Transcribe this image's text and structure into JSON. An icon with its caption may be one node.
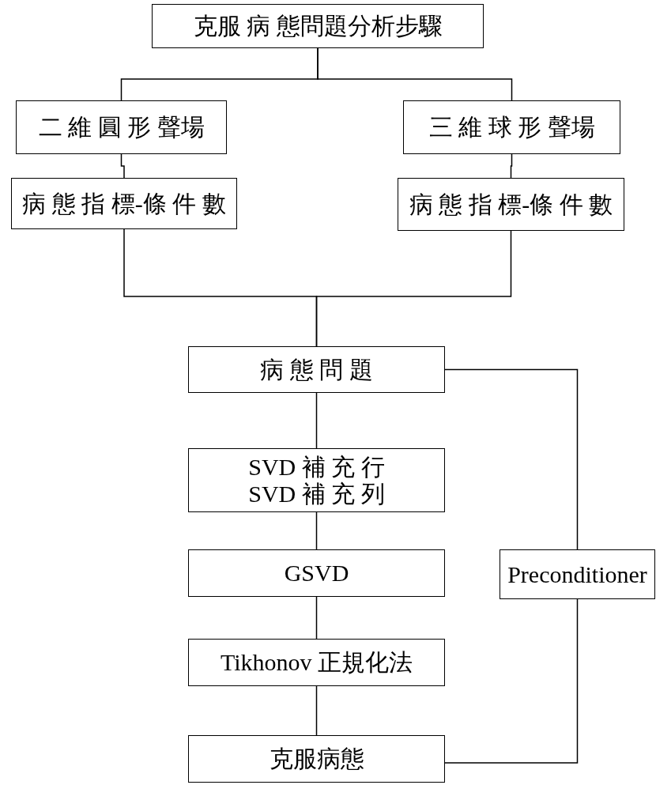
{
  "diagram": {
    "nodes": [
      {
        "text": [
          "克服 病 態問題分析步驟"
        ]
      },
      {
        "text": [
          "二 維 圓 形 聲場"
        ]
      },
      {
        "text": [
          "三 維 球 形 聲場"
        ]
      },
      {
        "text": [
          "病 態 指 標-條 件 數"
        ]
      },
      {
        "text": [
          "病 態 指 標-條 件 數"
        ]
      },
      {
        "text": [
          "病 態 問 題"
        ]
      },
      {
        "text": [
          "SVD 補 充 行",
          "SVD 補 充 列"
        ]
      },
      {
        "text": [
          "GSVD"
        ]
      },
      {
        "text": [
          "Preconditioner"
        ]
      },
      {
        "text": [
          "Tikhonov 正規化法"
        ]
      },
      {
        "text": [
          "克服病態"
        ]
      }
    ],
    "edges": [
      {
        "from": 0,
        "to": 1,
        "arrow": "none"
      },
      {
        "from": 0,
        "to": 2,
        "arrow": "none"
      },
      {
        "from": 1,
        "to": 3,
        "arrow": "none"
      },
      {
        "from": 2,
        "to": 4,
        "arrow": "none"
      },
      {
        "from": 3,
        "to": 5,
        "arrow": "none"
      },
      {
        "from": 4,
        "to": 5,
        "arrow": "none"
      },
      {
        "from": 5,
        "to": 6,
        "arrow": "none"
      },
      {
        "from": 6,
        "to": 7,
        "arrow": "none"
      },
      {
        "from": 7,
        "to": 9,
        "arrow": "none"
      },
      {
        "from": 9,
        "to": 10,
        "arrow": "none"
      },
      {
        "from": 5,
        "to": 8,
        "arrow": "none"
      },
      {
        "from": 8,
        "to": 10,
        "arrow": "none"
      }
    ]
  }
}
